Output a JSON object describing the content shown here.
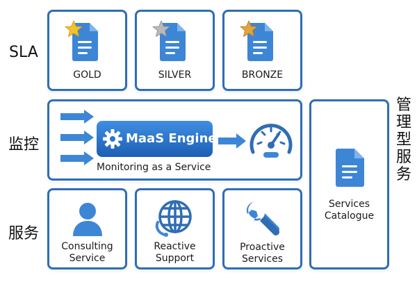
{
  "rows": {
    "sla": "SLA",
    "monitoring": "监控",
    "services": "服务"
  },
  "side_label": [
    "管",
    "理",
    "型",
    "服",
    "务"
  ],
  "sla_cards": [
    {
      "label": "GOLD",
      "icon": "gold-star-document-icon",
      "star_color": "#f2c12e"
    },
    {
      "label": "SILVER",
      "icon": "silver-star-document-icon",
      "star_color": "#b9b9b9"
    },
    {
      "label": "BRONZE",
      "icon": "bronze-star-document-icon",
      "star_color": "#e0a33e"
    }
  ],
  "engine": {
    "label": "MaaS Engine",
    "caption": "Monitoring as a Service",
    "icon": "gear-icon"
  },
  "catalogue": {
    "line1": "Services",
    "line2": "Catalogue",
    "icon": "document-icon"
  },
  "service_cards": [
    {
      "line1": "Consulting",
      "line2": "Service",
      "icon": "person-icon"
    },
    {
      "line1": "Reactive",
      "line2": "Support",
      "icon": "globe-icon"
    },
    {
      "line1": "Proactive",
      "line2": "Services",
      "icon": "wrench-icon"
    }
  ],
  "colors": {
    "border": "#2f6db5",
    "icon_blue": "#3d86d6",
    "icon_light": "#7fb3ea"
  }
}
